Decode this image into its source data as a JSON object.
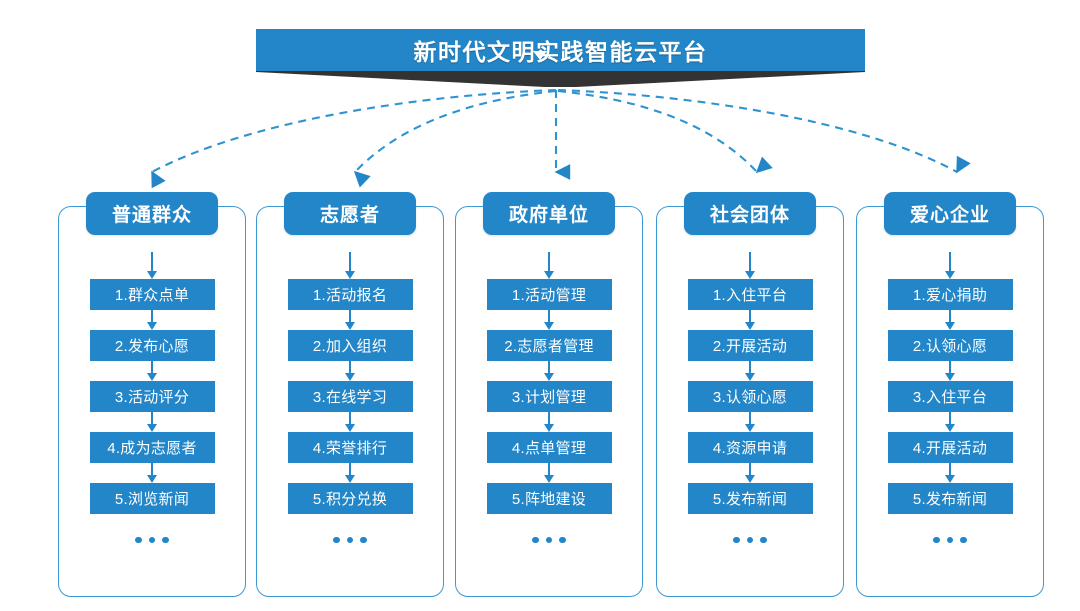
{
  "banner": {
    "title": "新时代文明实践智能云平台",
    "caret_icon": "caret-down-icon"
  },
  "colors": {
    "primary_blue": "#2386c8",
    "frame_blue": "#3b9ad4",
    "ribbon_dark": "#333333",
    "text_white": "#ffffff",
    "background": "#ffffff"
  },
  "ellipsis": "…",
  "columns": [
    {
      "id": "public",
      "header": "普通群众",
      "items": [
        "1.群众点单",
        "2.发布心愿",
        "3.活动评分",
        "4.成为志愿者",
        "5.浏览新闻"
      ]
    },
    {
      "id": "volunteer",
      "header": "志愿者",
      "items": [
        "1.活动报名",
        "2.加入组织",
        "3.在线学习",
        "4.荣誉排行",
        "5.积分兑换"
      ]
    },
    {
      "id": "government",
      "header": "政府单位",
      "items": [
        "1.活动管理",
        "2.志愿者管理",
        "3.计划管理",
        "4.点单管理",
        "5.阵地建设"
      ]
    },
    {
      "id": "social-group",
      "header": "社会团体",
      "items": [
        "1.入住平台",
        "2.开展活动",
        "3.认领心愿",
        "4.资源申请",
        "5.发布新闻"
      ]
    },
    {
      "id": "caring-enterprise",
      "header": "爱心企业",
      "items": [
        "1.爱心捐助",
        "2.认领心愿",
        "3.入住平台",
        "4.开展活动",
        "5.发布新闻"
      ]
    }
  ],
  "connectors": {
    "source_label": "新时代文明实践智能云平台",
    "targets": [
      "普通群众",
      "志愿者",
      "政府单位",
      "社会团体",
      "爱心企业"
    ],
    "style": "dashed-curved-arrow"
  }
}
